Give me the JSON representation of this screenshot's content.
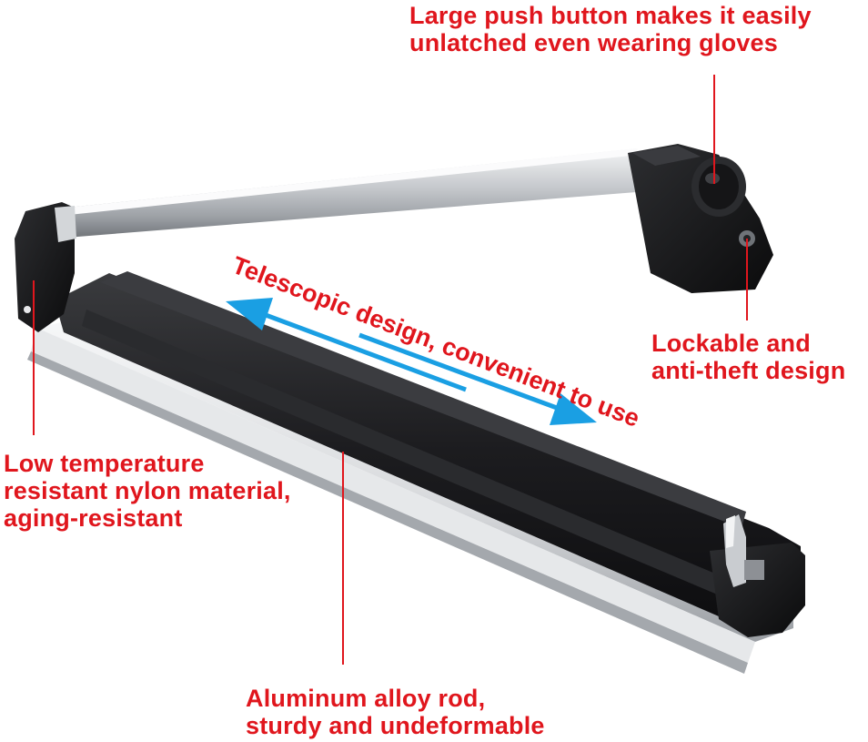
{
  "callouts": {
    "push_button": [
      "Large push button makes it easily",
      "unlatched even wearing gloves"
    ],
    "lockable": [
      "Lockable and",
      "anti-theft design"
    ],
    "nylon": [
      "Low temperature",
      "resistant nylon material,",
      "aging-resistant"
    ],
    "aluminum": [
      "Aluminum alloy rod,",
      "sturdy and undeformable"
    ],
    "telescopic": "Telescopic design, convenient to use"
  },
  "colors": {
    "callout_text": "#e0161d",
    "arrow": "#1a9fe3",
    "rack_black": "#1b1b1d",
    "rack_silver": "#c9ccd0"
  }
}
